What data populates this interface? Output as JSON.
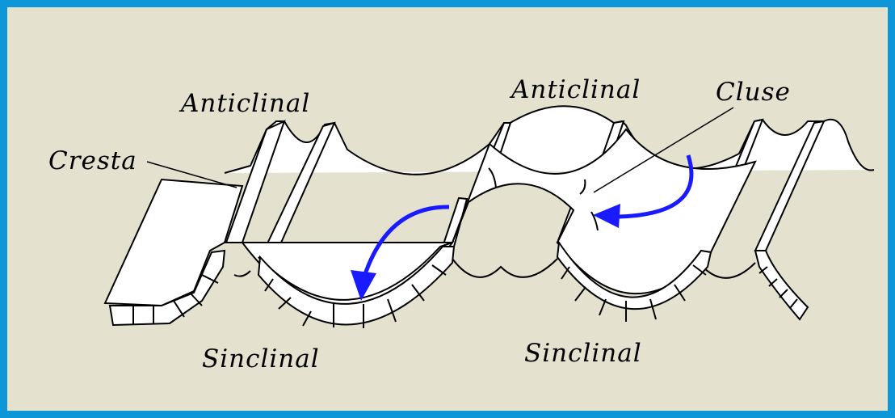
{
  "labels": {
    "anticlinal_left": "Anticlinal",
    "anticlinal_right": "Anticlinal",
    "cluse": "Cluse",
    "cresta": "Cresta",
    "sinclinal_left": "Sinclinal",
    "sinclinal_right": "Sinclinal"
  },
  "colors": {
    "frame": "#0d97d8",
    "background": "#e4e2cf",
    "rock": "#ffffff",
    "outline": "#000000",
    "flow_arrows": "#1a1aff"
  },
  "icons": [
    "flow-arrow-left",
    "flow-arrow-right"
  ]
}
